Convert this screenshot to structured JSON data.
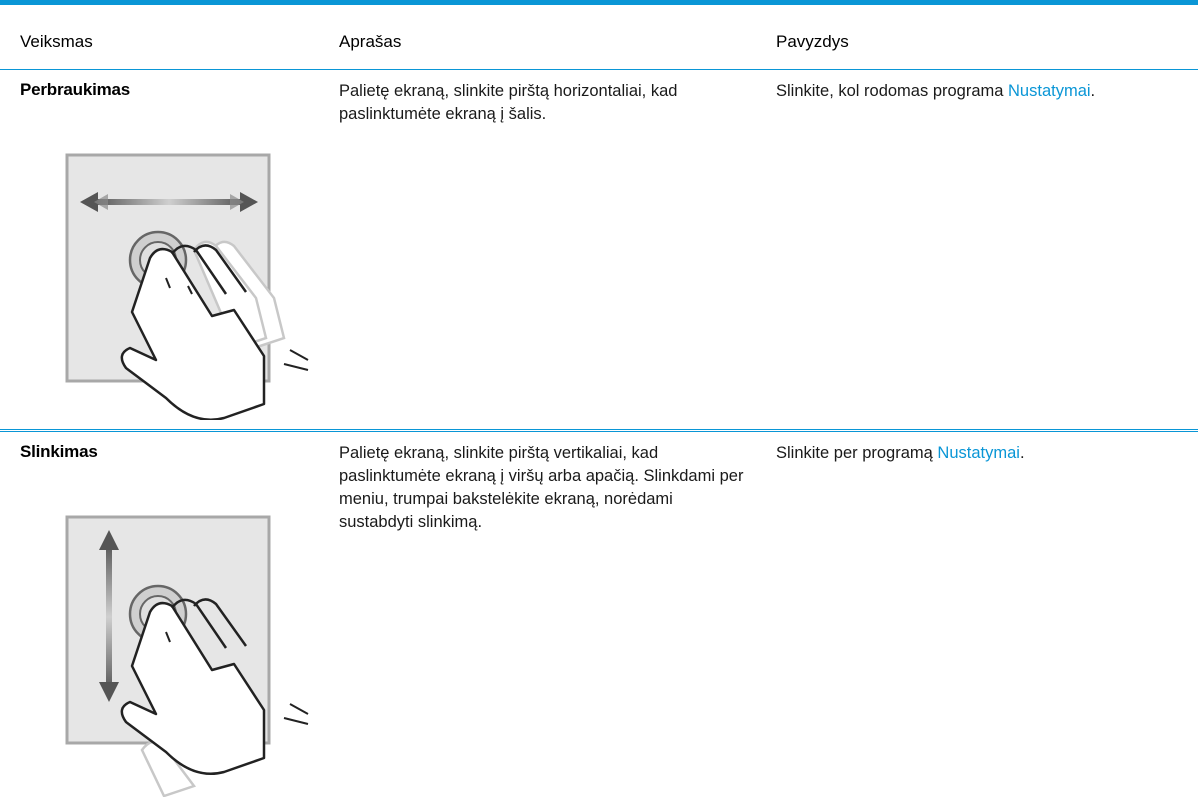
{
  "table": {
    "headers": {
      "action": "Veiksmas",
      "description": "Aprašas",
      "example": "Pavyzdys"
    },
    "rows": [
      {
        "action": "Perbraukimas",
        "description": "Palietę ekraną, slinkite pirštą horizontaliai, kad paslinktumėte ekraną į šalis.",
        "example_prefix": "Slinkite, kol rodomas programa ",
        "example_link": "Nustatymai",
        "example_suffix": ".",
        "illustration": "swipe-gesture-icon"
      },
      {
        "action": "Slinkimas",
        "description": "Palietę ekraną, slinkite pirštą vertikaliai, kad paslinktumėte ekraną į viršų arba apačią. Slinkdami per meniu, trumpai bakstelėkite ekraną, norėdami sustabdyti slinkimą.",
        "example_prefix": "Slinkite per programą ",
        "example_link": "Nustatymai",
        "example_suffix": ".",
        "illustration": "scroll-gesture-icon"
      }
    ]
  },
  "colors": {
    "accent": "#0a96d6",
    "panel": "#e6e6e6",
    "panel_border": "#a8a8a8"
  }
}
